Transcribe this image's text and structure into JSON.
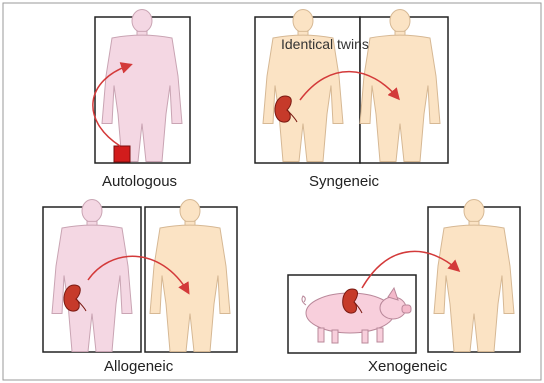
{
  "labels": {
    "autologous": "Autologous",
    "syngeneic": "Syngeneic",
    "allogeneic": "Allogeneic",
    "xenogeneic": "Xenogeneic",
    "identical_twins": "Identical twins"
  },
  "colors": {
    "pink_skin": "#f4d7e3",
    "peach_skin": "#fbe3c4",
    "arrow": "#d33a3a",
    "kidney": "#c63a2a",
    "tissue_block": "#d21c1c",
    "frame": "#222222"
  },
  "icons": [
    "human-body-figure",
    "kidney-icon",
    "pig-figure",
    "transfer-arrow"
  ]
}
